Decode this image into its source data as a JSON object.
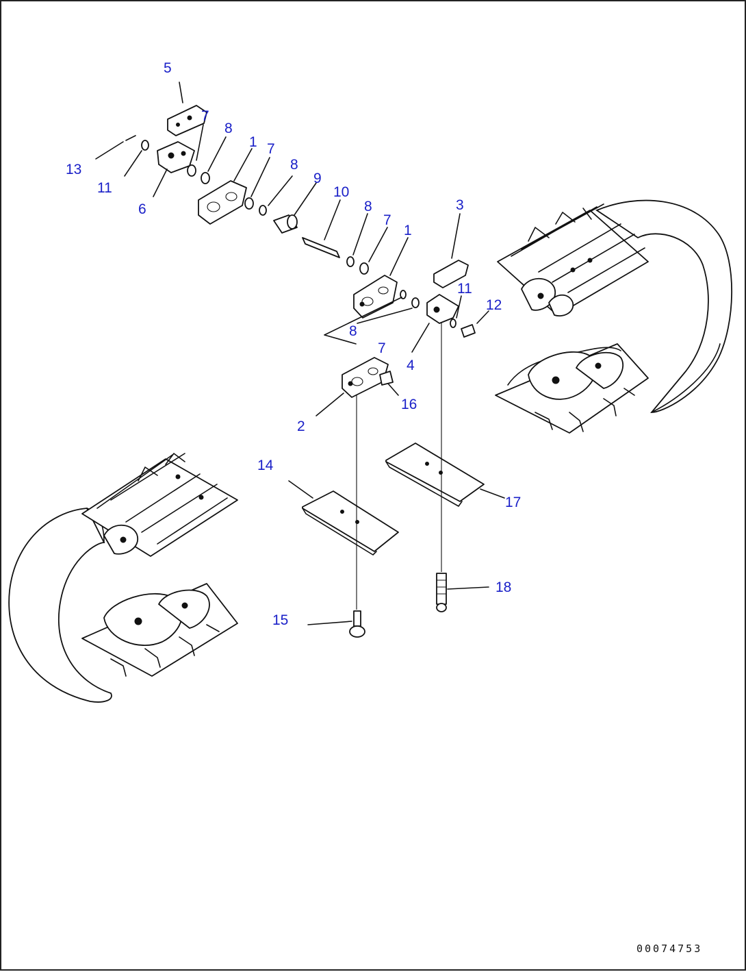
{
  "diagram": {
    "label_color": "#1a20c8",
    "line_color": "#111111",
    "callouts": [
      {
        "id": "c5",
        "text": "5"
      },
      {
        "id": "c7a",
        "text": "7"
      },
      {
        "id": "c8a",
        "text": "8"
      },
      {
        "id": "c13",
        "text": "13"
      },
      {
        "id": "c11a",
        "text": "11"
      },
      {
        "id": "c6",
        "text": "6"
      },
      {
        "id": "c1a",
        "text": "1"
      },
      {
        "id": "c7b",
        "text": "7"
      },
      {
        "id": "c8b",
        "text": "8"
      },
      {
        "id": "c9",
        "text": "9"
      },
      {
        "id": "c10",
        "text": "10"
      },
      {
        "id": "c8c",
        "text": "8"
      },
      {
        "id": "c7c",
        "text": "7"
      },
      {
        "id": "c1b",
        "text": "1"
      },
      {
        "id": "c3",
        "text": "3"
      },
      {
        "id": "c11b",
        "text": "11"
      },
      {
        "id": "c12",
        "text": "12"
      },
      {
        "id": "c8d",
        "text": "8"
      },
      {
        "id": "c7d",
        "text": "7"
      },
      {
        "id": "c4",
        "text": "4"
      },
      {
        "id": "c16",
        "text": "16"
      },
      {
        "id": "c2",
        "text": "2"
      },
      {
        "id": "c14",
        "text": "14"
      },
      {
        "id": "c17",
        "text": "17"
      },
      {
        "id": "c18",
        "text": "18"
      },
      {
        "id": "c15",
        "text": "15"
      }
    ],
    "drawing_code": "00074753"
  }
}
